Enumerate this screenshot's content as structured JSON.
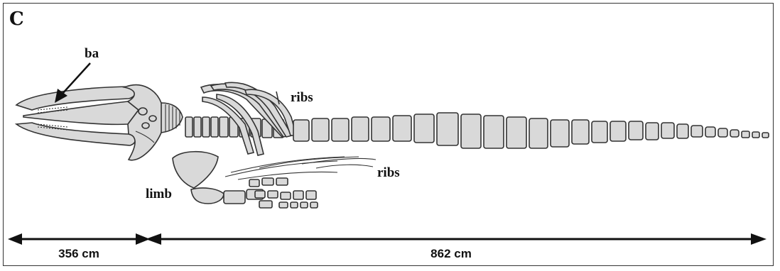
{
  "panel": {
    "letter": "C"
  },
  "labels": {
    "baleen": "ba",
    "ribs_upper": "ribs",
    "ribs_lower": "ribs",
    "limb": "limb"
  },
  "measurements": {
    "skull_length": "356 cm",
    "postcranial_length": "862 cm"
  },
  "colors": {
    "bone_fill": "#d9d9d9",
    "outline": "#333333"
  }
}
